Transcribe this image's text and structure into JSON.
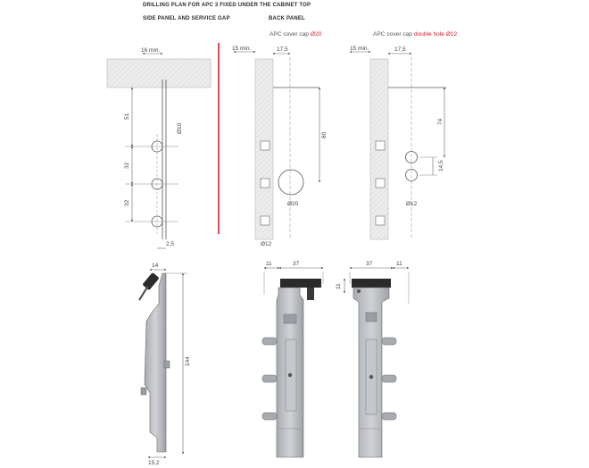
{
  "headings": {
    "main": "DRILLING PLAN FOR APC 3 FIXED UNDER THE CABINET TOP",
    "side_panel": "SIDE PANEL AND SERVICE GAP",
    "back_panel": "BACK PANEL"
  },
  "captions": {
    "cap20_prefix": "APC cover cap ",
    "cap20_value": "Ø20",
    "cap12_prefix": "APC cover cap ",
    "cap12_value": "double hole Ø12"
  },
  "dims": {
    "d16": "16 min.",
    "d51": "51",
    "d32a": "32",
    "d32b": "32",
    "d10": "Ø10",
    "d25": "2,5",
    "d15a": "15 min.",
    "d175a": "17,5",
    "d80": "80",
    "d20": "Ø20",
    "d12a": "Ø12",
    "d15b": "15 min.",
    "d175b": "17,5",
    "d74": "74",
    "d145": "14,5",
    "d12b": "Ø12",
    "b14": "14",
    "b144": "144",
    "b152": "15,2",
    "b11a": "11",
    "b37a": "37",
    "b37b": "37",
    "b11b": "11",
    "b11c": "11"
  },
  "colors": {
    "accent_red": "#d2202e",
    "hatch": "#e8e8e8",
    "metal": "#b9bcc0",
    "metal_dark": "#8e9297"
  }
}
